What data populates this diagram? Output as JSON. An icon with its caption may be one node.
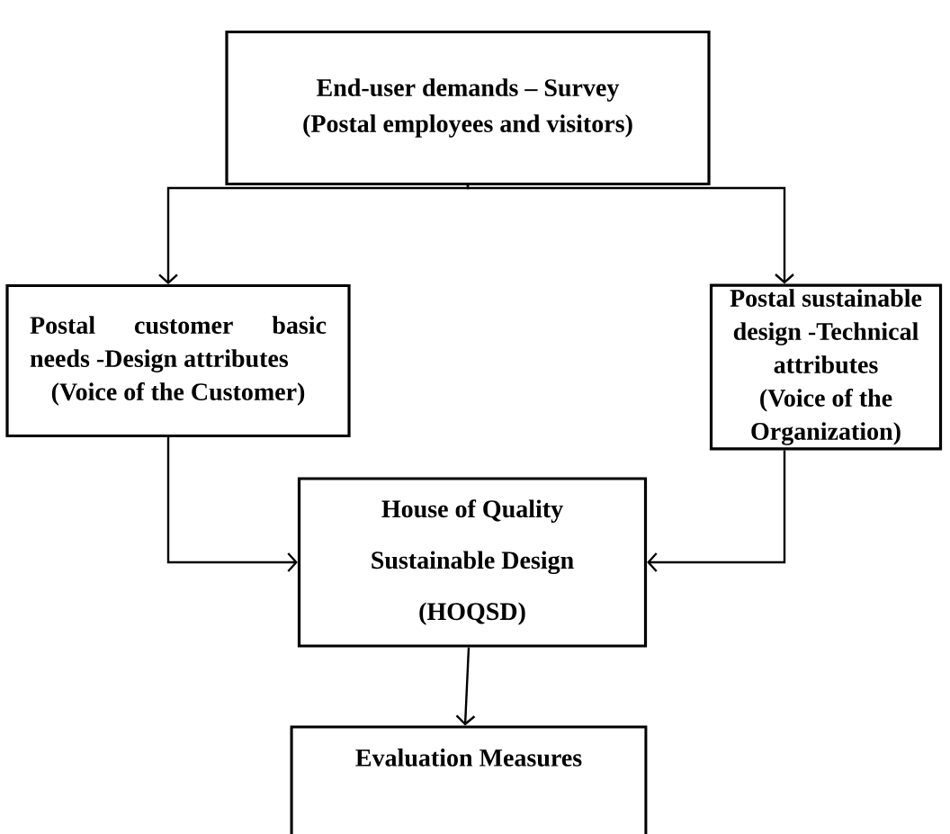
{
  "diagram": {
    "nodes": [
      {
        "text": [
          "End-user demands – Survey",
          "(Postal employees and visitors)"
        ]
      },
      {
        "text": [
          "Postal customer basic needs -Design attributes",
          "(Voice of the Customer)"
        ]
      },
      {
        "text": [
          "Postal sustainable design -Technical attributes",
          "(Voice of the Organization)"
        ]
      },
      {
        "text": [
          "House of Quality Sustainable Design",
          "(HOQSD)"
        ]
      },
      {
        "text": [
          "Evaluation Measures"
        ]
      }
    ],
    "edges": [
      {
        "from": 0,
        "to": 1,
        "arrow": "to"
      },
      {
        "from": 0,
        "to": 2,
        "arrow": "to"
      },
      {
        "from": 1,
        "to": 3,
        "arrow": "to"
      },
      {
        "from": 2,
        "to": 3,
        "arrow": "to"
      },
      {
        "from": 3,
        "to": 4,
        "arrow": "to"
      }
    ]
  }
}
